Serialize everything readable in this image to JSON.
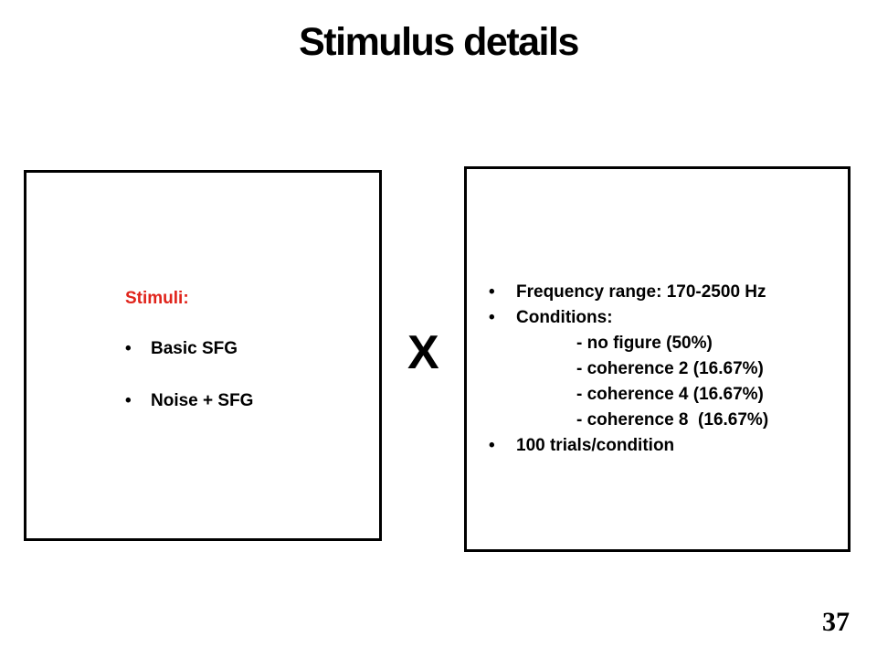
{
  "slide": {
    "title": "Stimulus details",
    "page_number": "37",
    "operator": "X"
  },
  "left_box": {
    "heading": "Stimuli:",
    "heading_color": "#e0241b",
    "bullet_glyph": "•",
    "items": [
      "Basic SFG",
      "Noise + SFG"
    ]
  },
  "right_box": {
    "bullet_glyph": "•",
    "frequency_range": "Frequency range: 170-2500 Hz",
    "conditions_label": "Conditions:",
    "conditions": [
      "- no figure (50%)",
      "- coherence 2 (16.67%)",
      "- coherence 4 (16.67%)",
      "- coherence 8  (16.67%)"
    ],
    "trials": "100 trials/condition"
  }
}
